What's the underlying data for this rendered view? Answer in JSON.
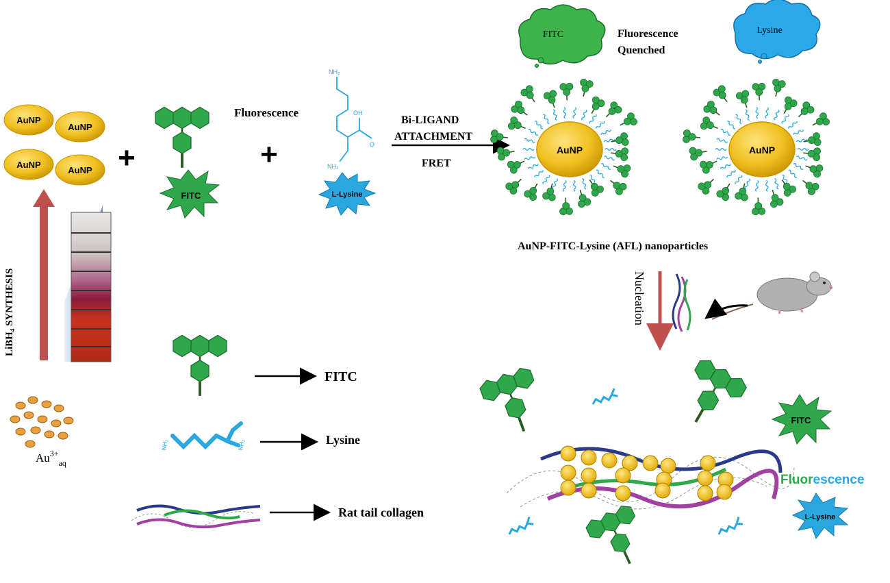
{
  "labels": {
    "aunp": "AuNP",
    "fitc_burst": "FITC",
    "lysine_burst": "L-Lysine",
    "fluorescence_top": "Fluorescence",
    "biligand_1": "Bi-LIGAND",
    "biligand_2": "ATTACHMENT",
    "fret": "FRET",
    "cloud_fitc": "FITC",
    "cloud_lysine": "Lysine",
    "quenched_1": "Fluorescence",
    "quenched_2": "Quenched",
    "afl_caption": "AuNP-FITC-Lysine (AFL)  nanoparticles",
    "synthesis": "LiBH₄ SYNTHESIS",
    "nucleation": "Nucleation",
    "au_ion": "Au",
    "au_ion_sup": "3+",
    "au_ion_sub": "aq",
    "legend_fitc": "FITC",
    "legend_lysine": "Lysine",
    "legend_collagen": "Rat tail collagen",
    "fluorescence_bottom_a": "Fluor",
    "fluorescence_bottom_b": "escence",
    "plus": "+",
    "lysine_nh2": "NH₂",
    "lysine_oh": "OH",
    "lysine_o": "O"
  },
  "colors": {
    "gold": "#f0c020",
    "gold_edge": "#c89400",
    "fitc_green": "#2ea84a",
    "lysine_blue": "#29a8e0",
    "synthesis_arrow": "#c0504d",
    "fluor_green": "#2ea84a",
    "fluor_blue": "#29a8e0",
    "cloud_green": "#3cb44b",
    "cloud_blue": "#2aa8e8"
  }
}
